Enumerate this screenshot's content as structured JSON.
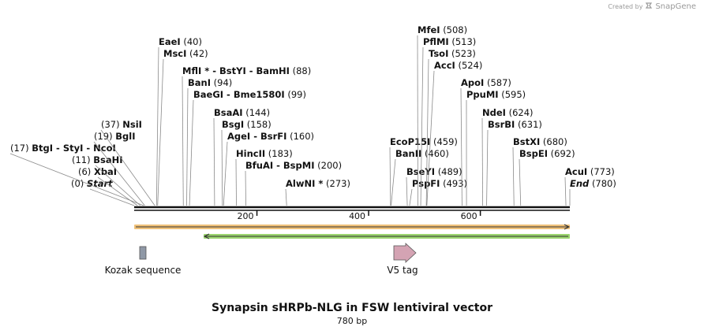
{
  "credit": {
    "prefix": "Created by",
    "brand": "SnapGene"
  },
  "construct": {
    "title": "Synapsin sHRPb-NLG in FSW lentiviral vector",
    "length_label": "780 bp",
    "length": 780
  },
  "ruler": {
    "ticks": [
      200,
      400,
      600
    ]
  },
  "sites": [
    {
      "pos_label": "(0)",
      "names": [
        "Start"
      ],
      "pos": 0,
      "italic": true
    },
    {
      "pos_label": "(6)",
      "names": [
        "XbaI"
      ],
      "pos": 6
    },
    {
      "pos_label": "(11)",
      "names": [
        "BsaHI"
      ],
      "pos": 11
    },
    {
      "pos_label": "(17)",
      "names": [
        "BtgI",
        "StyI",
        "NcoI"
      ],
      "pos": 17
    },
    {
      "pos_label": "(19)",
      "names": [
        "BglI"
      ],
      "pos": 19
    },
    {
      "pos_label": "(37)",
      "names": [
        "NsiI"
      ],
      "pos": 37
    },
    {
      "pos_label": "(40)",
      "names": [
        "EaeI"
      ],
      "pos": 40
    },
    {
      "pos_label": "(42)",
      "names": [
        "MscI"
      ],
      "pos": 42
    },
    {
      "pos_label": "(88)",
      "names": [
        "MflI *",
        "BstYI",
        "BamHI"
      ],
      "pos": 88
    },
    {
      "pos_label": "(94)",
      "names": [
        "BanI"
      ],
      "pos": 94
    },
    {
      "pos_label": "(99)",
      "names": [
        "BaeGI",
        "Bme1580I"
      ],
      "pos": 99
    },
    {
      "pos_label": "(144)",
      "names": [
        "BsaAI"
      ],
      "pos": 144
    },
    {
      "pos_label": "(158)",
      "names": [
        "BsgI"
      ],
      "pos": 158
    },
    {
      "pos_label": "(160)",
      "names": [
        "AgeI",
        "BsrFI"
      ],
      "pos": 160
    },
    {
      "pos_label": "(183)",
      "names": [
        "HincII"
      ],
      "pos": 183
    },
    {
      "pos_label": "(200)",
      "names": [
        "BfuAI",
        "BspMI"
      ],
      "pos": 200
    },
    {
      "pos_label": "(273)",
      "names": [
        "AlwNI *"
      ],
      "pos": 273
    },
    {
      "pos_label": "(459)",
      "names": [
        "EcoP15I"
      ],
      "pos": 459
    },
    {
      "pos_label": "(460)",
      "names": [
        "BanII"
      ],
      "pos": 460
    },
    {
      "pos_label": "(489)",
      "names": [
        "BseYI"
      ],
      "pos": 489
    },
    {
      "pos_label": "(493)",
      "names": [
        "PspFI"
      ],
      "pos": 493
    },
    {
      "pos_label": "(508)",
      "names": [
        "MfeI"
      ],
      "pos": 508
    },
    {
      "pos_label": "(513)",
      "names": [
        "PflMI"
      ],
      "pos": 513
    },
    {
      "pos_label": "(523)",
      "names": [
        "TsoI"
      ],
      "pos": 523
    },
    {
      "pos_label": "(524)",
      "names": [
        "AccI"
      ],
      "pos": 524
    },
    {
      "pos_label": "(587)",
      "names": [
        "ApoI"
      ],
      "pos": 587
    },
    {
      "pos_label": "(595)",
      "names": [
        "PpuMI"
      ],
      "pos": 595
    },
    {
      "pos_label": "(624)",
      "names": [
        "NdeI"
      ],
      "pos": 624
    },
    {
      "pos_label": "(631)",
      "names": [
        "BsrBI"
      ],
      "pos": 631
    },
    {
      "pos_label": "(680)",
      "names": [
        "BstXI"
      ],
      "pos": 680
    },
    {
      "pos_label": "(692)",
      "names": [
        "BspEI"
      ],
      "pos": 692
    },
    {
      "pos_label": "(773)",
      "names": [
        "AcuI"
      ],
      "pos": 773
    },
    {
      "pos_label": "(780)",
      "names": [
        "End"
      ],
      "pos": 780,
      "italic": true
    }
  ],
  "features": [
    {
      "name": "Kozak sequence",
      "start": 11,
      "end": 22,
      "color": "#8f98a6",
      "shape": "box"
    },
    {
      "name": "V5 tag",
      "start": 464,
      "end": 506,
      "color": "#d4a3b3",
      "shape": "arrow"
    }
  ],
  "orfs": [
    {
      "start": 0,
      "end": 780,
      "direction": "forward",
      "color": "#f0c27a"
    },
    {
      "start": 130,
      "end": 780,
      "direction": "reverse",
      "color": "#9bd56f"
    }
  ]
}
